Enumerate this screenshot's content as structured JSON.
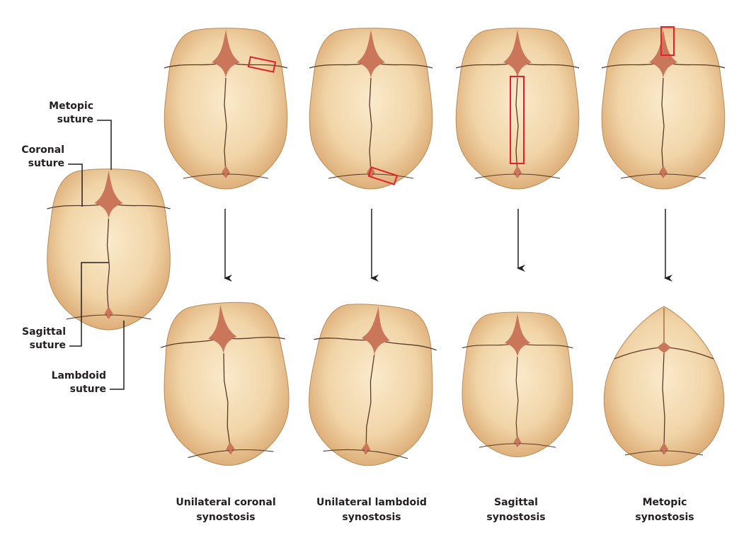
{
  "labels": {
    "metopic": [
      "Metopic",
      "suture"
    ],
    "coronal": [
      "Coronal",
      "suture"
    ],
    "sagittal": [
      "Sagittal",
      "suture"
    ],
    "lambdoid": [
      "Lambdoid",
      "suture"
    ]
  },
  "captions": [
    [
      "Unilateral coronal",
      "synostosis"
    ],
    [
      "Unilateral lambdoid",
      "synostosis"
    ],
    [
      "Sagittal",
      "synostosis"
    ],
    [
      "Metopic",
      "synostosis"
    ]
  ],
  "colors": {
    "bone": "#efcf9f",
    "suture": "#c9765a",
    "highlight": "#e3202b",
    "line": "#231f20"
  }
}
